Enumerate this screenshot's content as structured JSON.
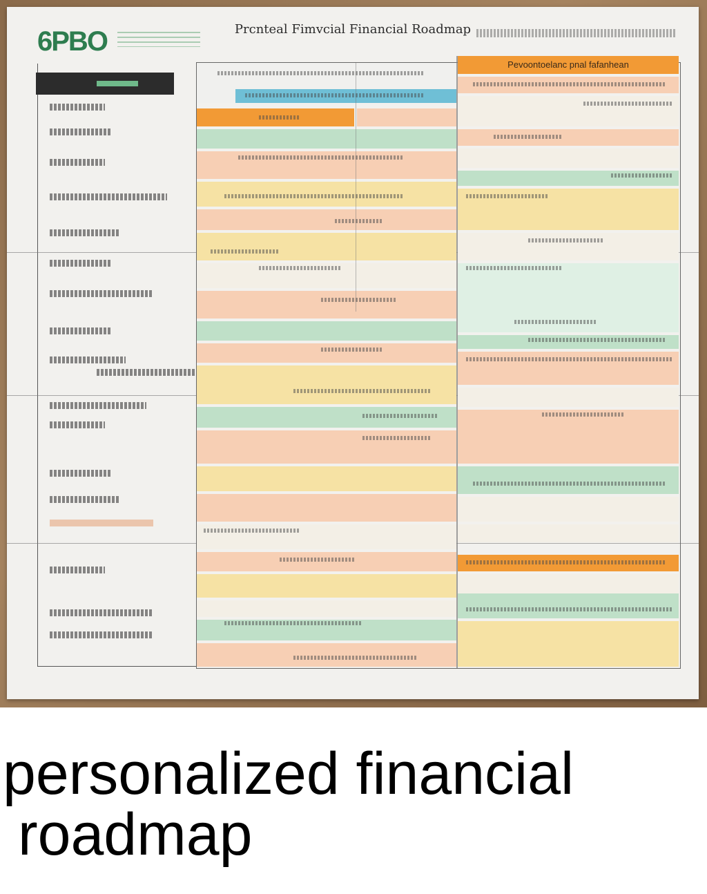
{
  "poster": {
    "title": "Prcnteal Fimvcial Financial Roadmap",
    "logo_text": "6PBO",
    "right_header": "Pevoontoelanc pnal fafanhean"
  },
  "caption": {
    "line1": "personalized financial",
    "line2": "roadmap"
  },
  "colors": {
    "orange": "#f29a35",
    "blue": "#6fbfd6",
    "green": "#bfe0c8",
    "peach": "#f7cfb4",
    "yellow": "#f6e2a4",
    "board": "#f2f1ee"
  }
}
